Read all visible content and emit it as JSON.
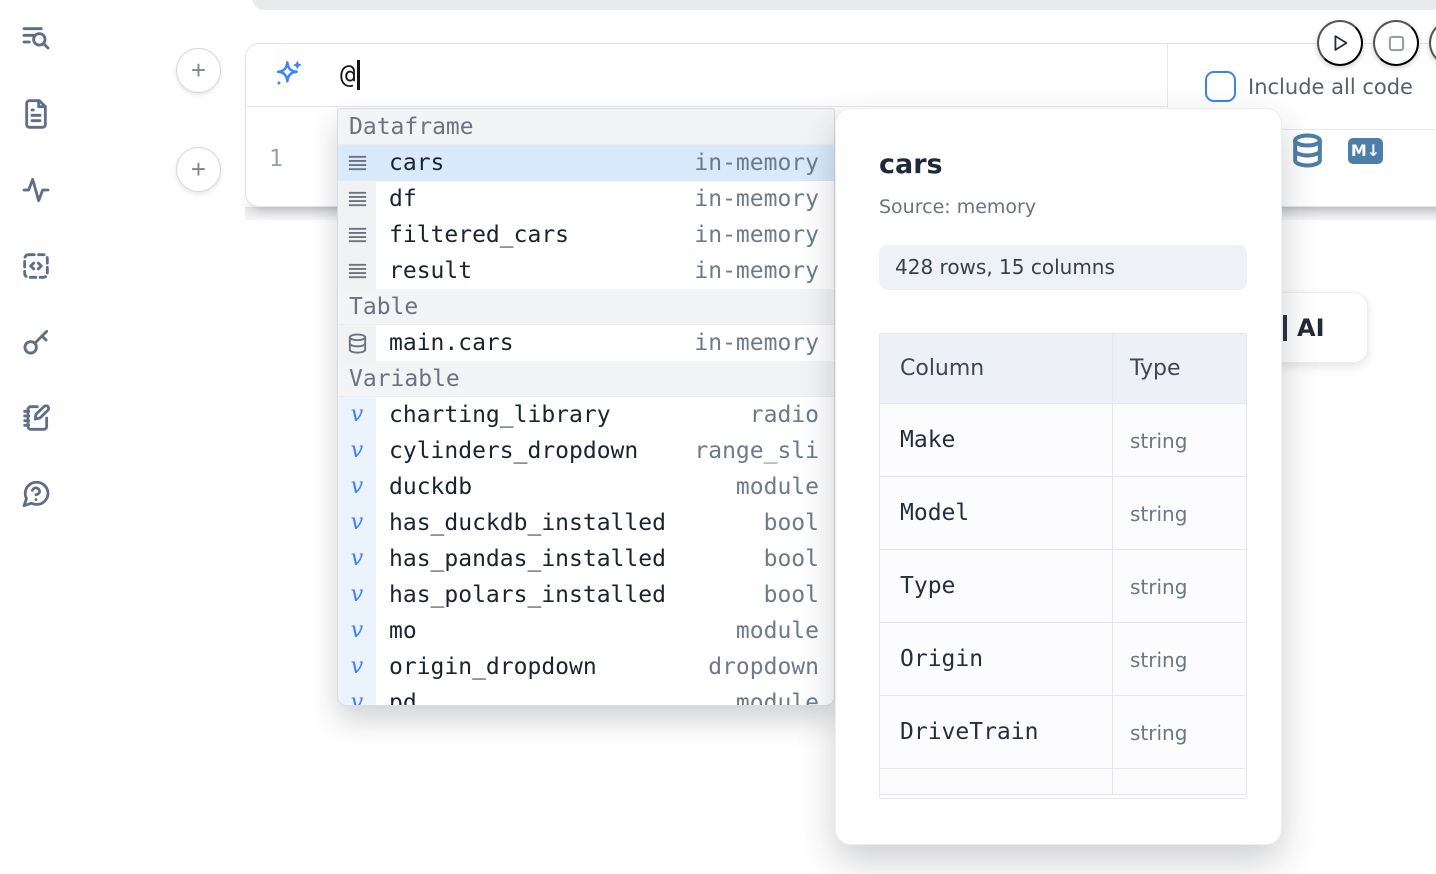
{
  "colors": {
    "accent_blue": "#3b82f6",
    "steel_blue": "#4d7ea8",
    "highlight_row": "#d8eafb",
    "text_dark": "#1e293b",
    "text_muted": "#6b7280"
  },
  "sidebar": {
    "items": [
      {
        "icon": "list-search-icon"
      },
      {
        "icon": "file-document-icon"
      },
      {
        "icon": "activity-icon"
      },
      {
        "icon": "code-square-icon"
      },
      {
        "icon": "key-icon"
      },
      {
        "icon": "notebook-pen-icon"
      },
      {
        "icon": "help-chat-icon"
      }
    ]
  },
  "add_buttons": {
    "label": "+"
  },
  "run_controls": {
    "play_icon": "run",
    "stop_icon": "stop"
  },
  "ai_prompt": {
    "value": "@",
    "include_all_code_label": "Include all code",
    "include_all_code_checked": false
  },
  "editor": {
    "line_number": "1"
  },
  "ai_card": {
    "label": "AI"
  },
  "autocomplete": {
    "groups": [
      {
        "label": "Dataframe",
        "icon": "dataframe-rows-icon",
        "items": [
          {
            "name": "cars",
            "type": "in-memory",
            "selected": true
          },
          {
            "name": "df",
            "type": "in-memory"
          },
          {
            "name": "filtered_cars",
            "type": "in-memory"
          },
          {
            "name": "result",
            "type": "in-memory"
          }
        ]
      },
      {
        "label": "Table",
        "icon": "database-icon",
        "items": [
          {
            "name": "main.cars",
            "type": "in-memory"
          }
        ]
      },
      {
        "label": "Variable",
        "icon": "variable-icon",
        "items": [
          {
            "name": "charting_library",
            "type": "radio"
          },
          {
            "name": "cylinders_dropdown",
            "type": "range_sli"
          },
          {
            "name": "duckdb",
            "type": "module"
          },
          {
            "name": "has_duckdb_installed",
            "type": "bool"
          },
          {
            "name": "has_pandas_installed",
            "type": "bool"
          },
          {
            "name": "has_polars_installed",
            "type": "bool"
          },
          {
            "name": "mo",
            "type": "module"
          },
          {
            "name": "origin_dropdown",
            "type": "dropdown"
          }
        ]
      }
    ],
    "partial_item": {
      "name": "pd",
      "type": "module"
    }
  },
  "preview": {
    "title": "cars",
    "source_label": "Source: memory",
    "shape_label": "428 rows, 15 columns",
    "table": {
      "headers": {
        "column": "Column",
        "type": "Type"
      },
      "rows": [
        {
          "column": "Make",
          "type": "string"
        },
        {
          "column": "Model",
          "type": "string"
        },
        {
          "column": "Type",
          "type": "string"
        },
        {
          "column": "Origin",
          "type": "string"
        },
        {
          "column": "DriveTrain",
          "type": "string"
        }
      ]
    }
  }
}
